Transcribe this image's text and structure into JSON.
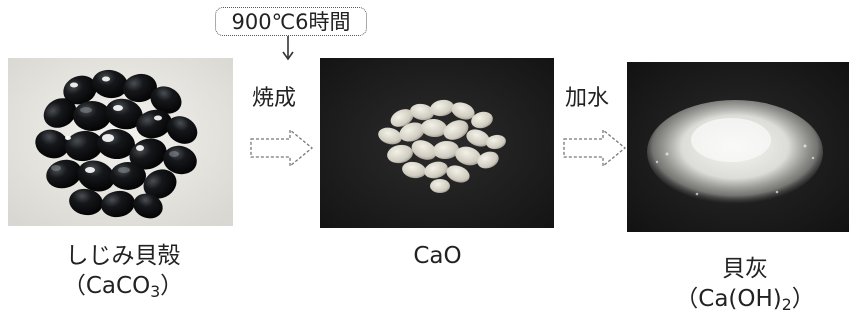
{
  "condition": {
    "text": "900℃6時間"
  },
  "steps": [
    {
      "text": "焼成"
    },
    {
      "text": "加水"
    }
  ],
  "materials": [
    {
      "name": "しじみ貝殻",
      "formula_open": "（CaCO",
      "formula_sub": "3",
      "formula_close": "）"
    },
    {
      "name": "CaO"
    },
    {
      "name": "貝灰",
      "formula_open": "（Ca(OH)",
      "formula_sub": "2",
      "formula_close": "）"
    }
  ]
}
